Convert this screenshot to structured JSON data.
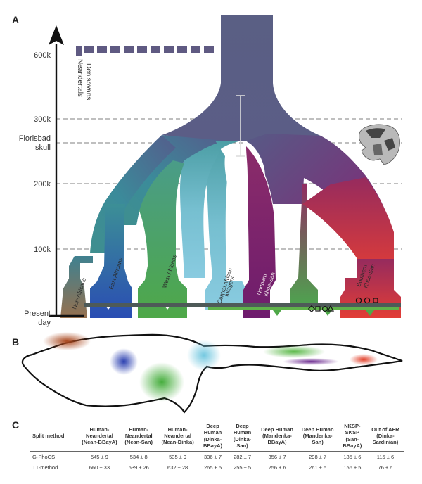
{
  "panels": {
    "a": "A",
    "b": "B",
    "c": "C"
  },
  "axis": {
    "ticks": [
      "600k",
      "300k",
      "200k",
      "100k"
    ],
    "floris_line1": "Florisbad",
    "floris_line2": "skull",
    "present_line1": "Present",
    "present_line2": "day"
  },
  "archaic": {
    "neandertals": "Neandertals",
    "denisovans": "Denisovans"
  },
  "populations": {
    "nonafr": "Non-Africans",
    "eastafr": "East Africans",
    "westafr": "West Africans",
    "caf_line1": "Central African",
    "caf_line2": "foragers",
    "nks_line1": "Northern",
    "nks_line2": "Khoe-San",
    "sks_line1": "Southern",
    "sks_line2": "Khoe-San"
  },
  "colors": {
    "root": "#5a5f84",
    "nonafr": "#96704e",
    "eastafr": "#2a4db3",
    "westafr": "#4ea848",
    "caf": "#83c6da",
    "nks": "#741d6a",
    "sks": "#de3d38",
    "east_root": "#3d8f9c",
    "north_root": "#7c3f84",
    "migration_bar": "#4e5a58",
    "migration_bar2": "#5fb24a",
    "neandertal": "#5f5a82"
  },
  "table": {
    "header": [
      "Split method",
      "Human-Neandertal (Nean-BBayA)",
      "Human-Neandertal (Nean-San)",
      "Human-Neandertal (Nean-Dinka)",
      "Deep Human (Dinka-BBayA)",
      "Deep Human (Dinka-San)",
      "Deep Human (Mandenka-BBayA)",
      "Deep Human (Mandenka-San)",
      "NKSP-SKSP (San-BBayA)",
      "Out of AFR (Dinka-Sardinian)"
    ],
    "rows": [
      [
        "G-PhoCS",
        "545 ± 9",
        "534 ± 8",
        "535 ± 9",
        "336 ± 7",
        "282 ± 7",
        "356 ± 7",
        "298 ± 7",
        "185 ± 6",
        "115 ± 6"
      ],
      [
        "TT-method",
        "660 ± 33",
        "639 ± 26",
        "632 ± 28",
        "265 ± 5",
        "255 ± 5",
        "256 ± 6",
        "261 ± 5",
        "156 ± 5",
        "76 ± 6"
      ]
    ]
  }
}
